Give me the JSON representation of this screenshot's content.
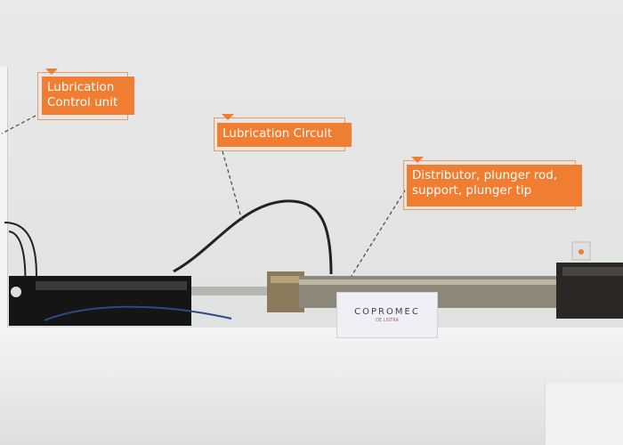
{
  "annotations": [
    {
      "id": "lubrication-control-unit",
      "lines": [
        "Lubrication",
        "Control unit"
      ]
    },
    {
      "id": "lubrication-circuit",
      "lines": [
        "Lubrication Circuit"
      ]
    },
    {
      "id": "distributor",
      "lines": [
        "Distributor, plunger rod,",
        "support, plunger tip"
      ]
    }
  ],
  "sign": {
    "brand": "COPROMEC",
    "subtitle": "DE LISTRA"
  },
  "colors": {
    "accent": "#ef7d32",
    "wall": "#e6e6e6"
  }
}
